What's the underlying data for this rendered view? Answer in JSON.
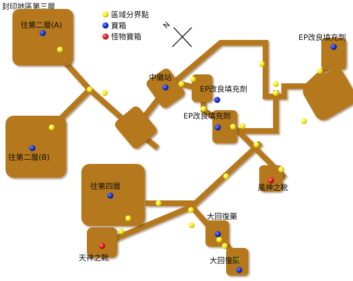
{
  "title": "封印地區第三層",
  "legend": {
    "items": [
      {
        "label": "區域分界點",
        "icon": "yellow-dot-icon",
        "color": "#f2ea12"
      },
      {
        "label": "寶箱",
        "icon": "blue-dot-icon",
        "color": "#1530c8"
      },
      {
        "label": "怪物寶箱",
        "icon": "red-dot-icon",
        "color": "#e01818"
      }
    ]
  },
  "compass": {
    "north": "N"
  },
  "colors": {
    "room": "#b5781c",
    "room_shadow": "#8a5a10",
    "boundary_dot": "#f2ea12",
    "chest": "#1530c8",
    "monster_chest": "#e01818"
  },
  "labels": {
    "to_floor2_a": "往第二層(A)",
    "to_floor2_b": "往第二層(B)",
    "relay_station": "中繼站",
    "ep_refill_1": "EP改良填充劑",
    "ep_refill_2": "EP改良填充劑",
    "ep_refill_3": "EP改良填充劑",
    "to_floor4": "往第四層",
    "wind_god_boots": "風神之靴",
    "sky_god_boots": "天神之靴",
    "big_recovery_1": "大回復藥",
    "big_recovery_2": "大回復藥"
  }
}
